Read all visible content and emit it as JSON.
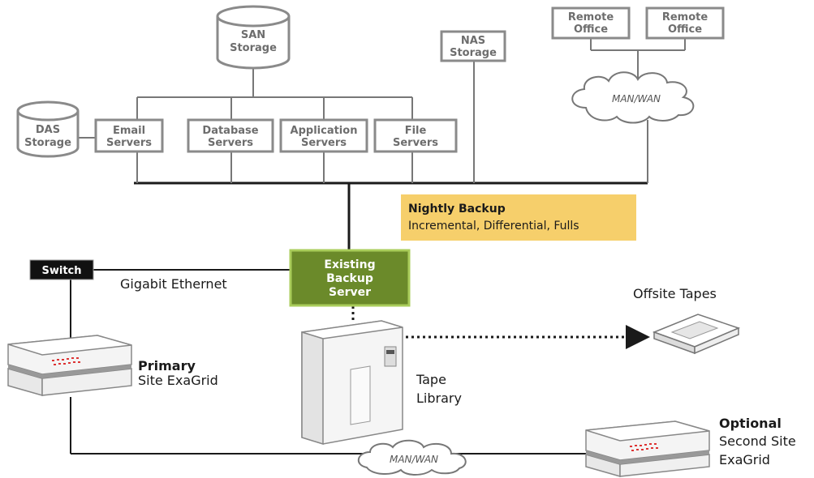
{
  "storage": {
    "san": [
      "SAN",
      "Storage"
    ],
    "das": [
      "DAS",
      "Storage"
    ],
    "nas": [
      "NAS",
      "Storage"
    ]
  },
  "servers": {
    "email": [
      "Email",
      "Servers"
    ],
    "database": [
      "Database",
      "Servers"
    ],
    "application": [
      "Application",
      "Servers"
    ],
    "file": [
      "File",
      "Servers"
    ]
  },
  "remote_offices": [
    [
      "Remote",
      "Office"
    ],
    [
      "Remote",
      "Office"
    ]
  ],
  "wan_top": "MAN/WAN",
  "wan_bottom": "MAN/WAN",
  "nightly_backup": {
    "title": "Nightly Backup",
    "subtitle": "Incremental, Differential, Fulls",
    "color": "#f6cf6b"
  },
  "backup_server": {
    "lines": [
      "Existing",
      "Backup",
      "Server"
    ],
    "color": "#6b8a2a",
    "border": "#a9cc5a"
  },
  "switch_label": "Switch",
  "gigabit_label": "Gigabit Ethernet",
  "offsite_label": "Offsite Tapes",
  "tape_library": [
    "Tape",
    "Library"
  ],
  "primary": {
    "bold": "Primary",
    "rest": "Site ExaGrid"
  },
  "optional": {
    "bold": "Optional",
    "lines": [
      "Second Site",
      "ExaGrid"
    ]
  },
  "colors": {
    "line": "#1a1a1a",
    "node_border": "#8a8a8a",
    "node_text": "#6d6d6d"
  }
}
